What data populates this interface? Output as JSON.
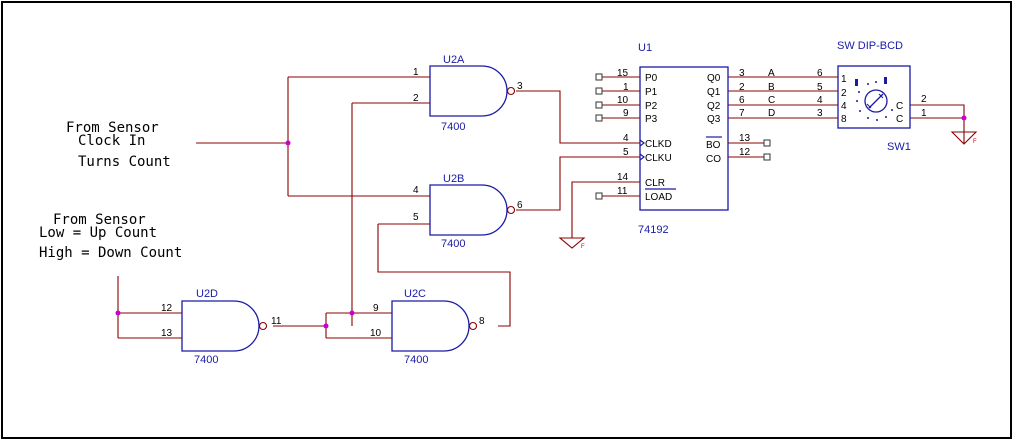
{
  "notes": {
    "clock_line1": "From Sensor",
    "clock_line2": "Clock In",
    "clock_line3": "Turns Count",
    "dir_line1": "From Sensor",
    "dir_line2": "Low = Up Count",
    "dir_line3": "High = Down Count"
  },
  "gates": {
    "u2a": {
      "ref": "U2A",
      "part": "7400",
      "in1": "1",
      "in2": "2",
      "out": "3"
    },
    "u2b": {
      "ref": "U2B",
      "part": "7400",
      "in1": "4",
      "in2": "5",
      "out": "6"
    },
    "u2c": {
      "ref": "U2C",
      "part": "7400",
      "in1": "9",
      "in2": "10",
      "out": "8"
    },
    "u2d": {
      "ref": "U2D",
      "part": "7400",
      "in1": "12",
      "in2": "13",
      "out": "11"
    }
  },
  "counter": {
    "ref": "U1",
    "part": "74192",
    "left_pins": [
      {
        "num": "15",
        "label": "P0"
      },
      {
        "num": "1",
        "label": "P1"
      },
      {
        "num": "10",
        "label": "P2"
      },
      {
        "num": "9",
        "label": "P3"
      },
      {
        "num": "4",
        "label": "CLKD"
      },
      {
        "num": "5",
        "label": "CLKU"
      },
      {
        "num": "14",
        "label": "CLR"
      },
      {
        "num": "11",
        "label": "LOAD"
      }
    ],
    "right_pins": [
      {
        "num": "3",
        "label": "Q0"
      },
      {
        "num": "2",
        "label": "Q1"
      },
      {
        "num": "6",
        "label": "Q2"
      },
      {
        "num": "7",
        "label": "Q3"
      },
      {
        "num": "13",
        "label": "BO"
      },
      {
        "num": "12",
        "label": "CO"
      }
    ]
  },
  "nets": [
    "A",
    "B",
    "C",
    "D"
  ],
  "switch": {
    "title": "SW DIP-BCD",
    "ref": "SW1",
    "in_pins": [
      "6",
      "5",
      "4",
      "3"
    ],
    "in_labels": [
      "1",
      "2",
      "4",
      "8"
    ],
    "common_label": "C",
    "out_pins": [
      "2",
      "1"
    ]
  },
  "ground_label": "F",
  "colors": {
    "component": "#1a1aa6",
    "wire": "#8b0000",
    "junction": "#cc00cc"
  }
}
